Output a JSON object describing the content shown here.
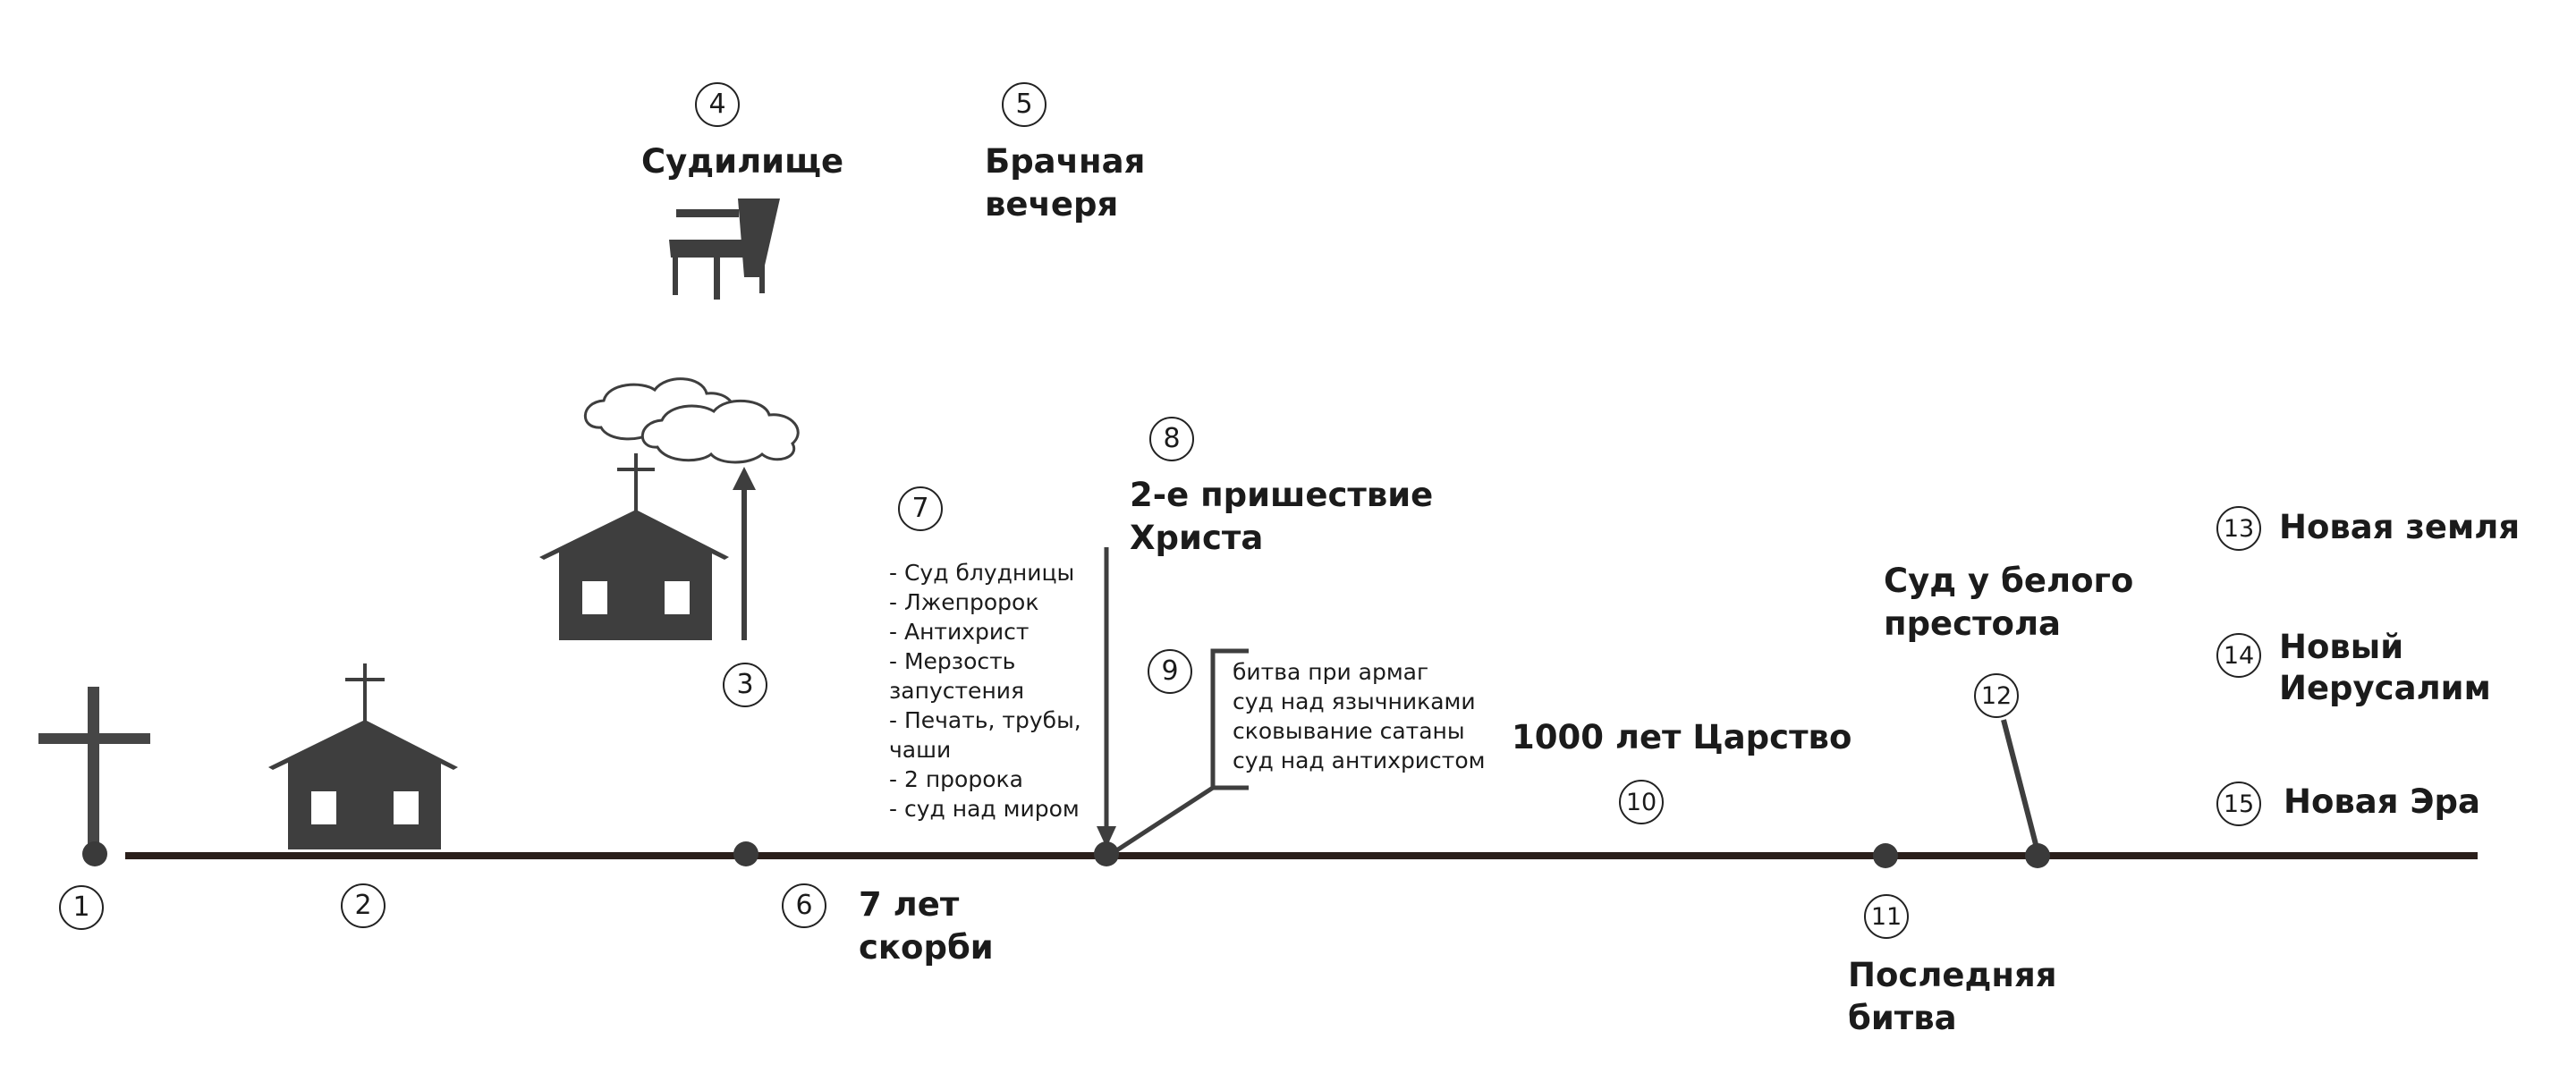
{
  "markers": [
    "1",
    "2",
    "3",
    "4",
    "5",
    "6",
    "7",
    "8",
    "9",
    "10",
    "11",
    "12",
    "13",
    "14",
    "15"
  ],
  "labels": {
    "court": "Судилище",
    "wedding": [
      "Брачная",
      "вечеря"
    ],
    "tribulation": [
      "7 лет",
      "скорби"
    ],
    "second_coming": [
      "2-е пришествие",
      "Христа"
    ],
    "judgments": [
      "- Суд блудницы",
      "- Лжепророк",
      "- Антихрист",
      "- Мерзость",
      "запустения",
      "- Печать, трубы,",
      "чаши",
      "- 2 пророка",
      "- суд над миром"
    ],
    "armageddon": [
      "битва при армаг",
      "суд над язычниками",
      "сковывание сатаны",
      "суд над антихристом"
    ],
    "millennium": "1000 лет Царство",
    "white_throne": [
      "Суд у белого",
      "престола"
    ],
    "last_battle": [
      "Последняя",
      "битва"
    ],
    "new_earth": "Новая земля",
    "new_jerusalem": [
      "Новый",
      "Иерусалим"
    ],
    "new_era": "Новая Эра"
  },
  "icons": [
    "cross-icon",
    "church-icon",
    "raptured-church-icon",
    "arrow-up-icon",
    "cloud-icon",
    "judgment-seat-icon"
  ],
  "colors": {
    "ink": "#3e3e3e",
    "timeline": "#2a1f1b"
  }
}
